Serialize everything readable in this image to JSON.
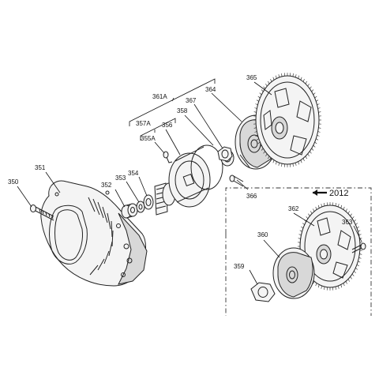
{
  "labels": {
    "p350": "350",
    "p351": "351",
    "p352": "352",
    "p353": "353",
    "p354": "354",
    "p355a": "355A",
    "p356": "356",
    "p357a": "357A",
    "p358": "358",
    "p359": "359",
    "p360": "360",
    "p361a": "361A",
    "p362": "362",
    "p363": "363",
    "p364": "364",
    "p365": "365",
    "p366": "366",
    "p367": "367"
  },
  "inset": {
    "year": "2012",
    "arrow_icon": "left-arrow-icon"
  }
}
